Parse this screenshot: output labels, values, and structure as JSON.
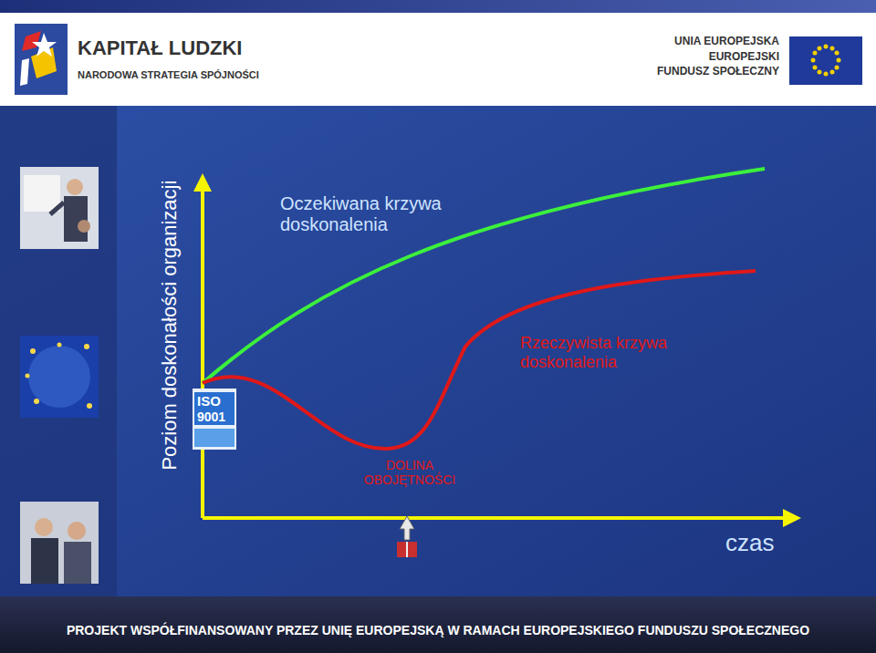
{
  "diagram": {
    "labels": [
      "KAPITAŁ LUDZKI",
      "NARODOWA STRATEGIA SPÓJNOŚCI",
      "UNIA EUROPEJSKA",
      "EUROPEJSKI",
      "FUNDUSZ SPOŁECZNY",
      "Poziom doskonałości organizacji",
      "Oczekiwana krzywa doskonalenia",
      "Rzeczywista krzywa doskonalenia",
      "DOLINA OBOJĘTNOŚCI",
      "czas",
      "ISO",
      "9001",
      "PROJEKT WSPÓŁFINANSOWANY PRZEZ UNIĘ EUROPEJSKĄ W RAMACH EUROPEJSKIEGO FUNDUSZU SPOŁECZNEGO"
    ]
  }
}
